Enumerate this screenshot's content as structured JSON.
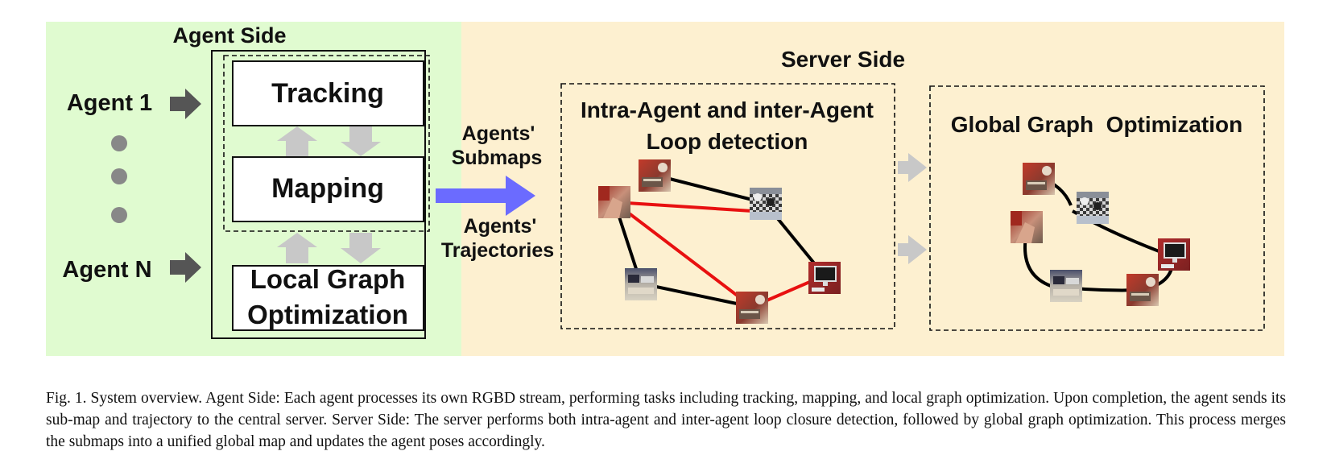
{
  "agent_side": {
    "title": "Agent Side",
    "agent_first": "Agent 1",
    "agent_last": "Agent N",
    "tracking": "Tracking",
    "mapping": "Mapping",
    "local_graph_line1": "Local Graph",
    "local_graph_line2": "Optimization"
  },
  "transfer": {
    "submaps_line1": "Agents'",
    "submaps_line2": "Submaps",
    "traj_line1": "Agents'",
    "traj_line2": "Trajectories"
  },
  "server_side": {
    "title": "Server Side",
    "loop_line1": "Intra-Agent and inter-Agent",
    "loop_line2": "Loop detection",
    "global_graph": "Global Graph  Optimization"
  },
  "caption": "Fig. 1.  System overview. Agent Side: Each agent processes its own RGBD stream, performing tasks including tracking, mapping, and local graph optimization. Upon completion, the agent sends its sub-map and trajectory to the central server. Server Side: The server performs both intra-agent and inter-agent loop closure detection, followed by global graph optimization. This process merges the submaps into a unified global map and updates the agent poses accordingly.",
  "colors": {
    "agent_bg": "#e0fbd0",
    "server_bg": "#fdf0d0",
    "main_arrow": "#6b6bff",
    "loop_edge": "#e81010",
    "odometry_edge": "#000000",
    "dark_arrow": "#555555",
    "light_arrow": "#c8c8c8"
  },
  "icons": [
    "thumbnail-red-chair",
    "thumbnail-chessboard",
    "thumbnail-monitor",
    "thumbnail-desk",
    "thumbnail-hand"
  ]
}
